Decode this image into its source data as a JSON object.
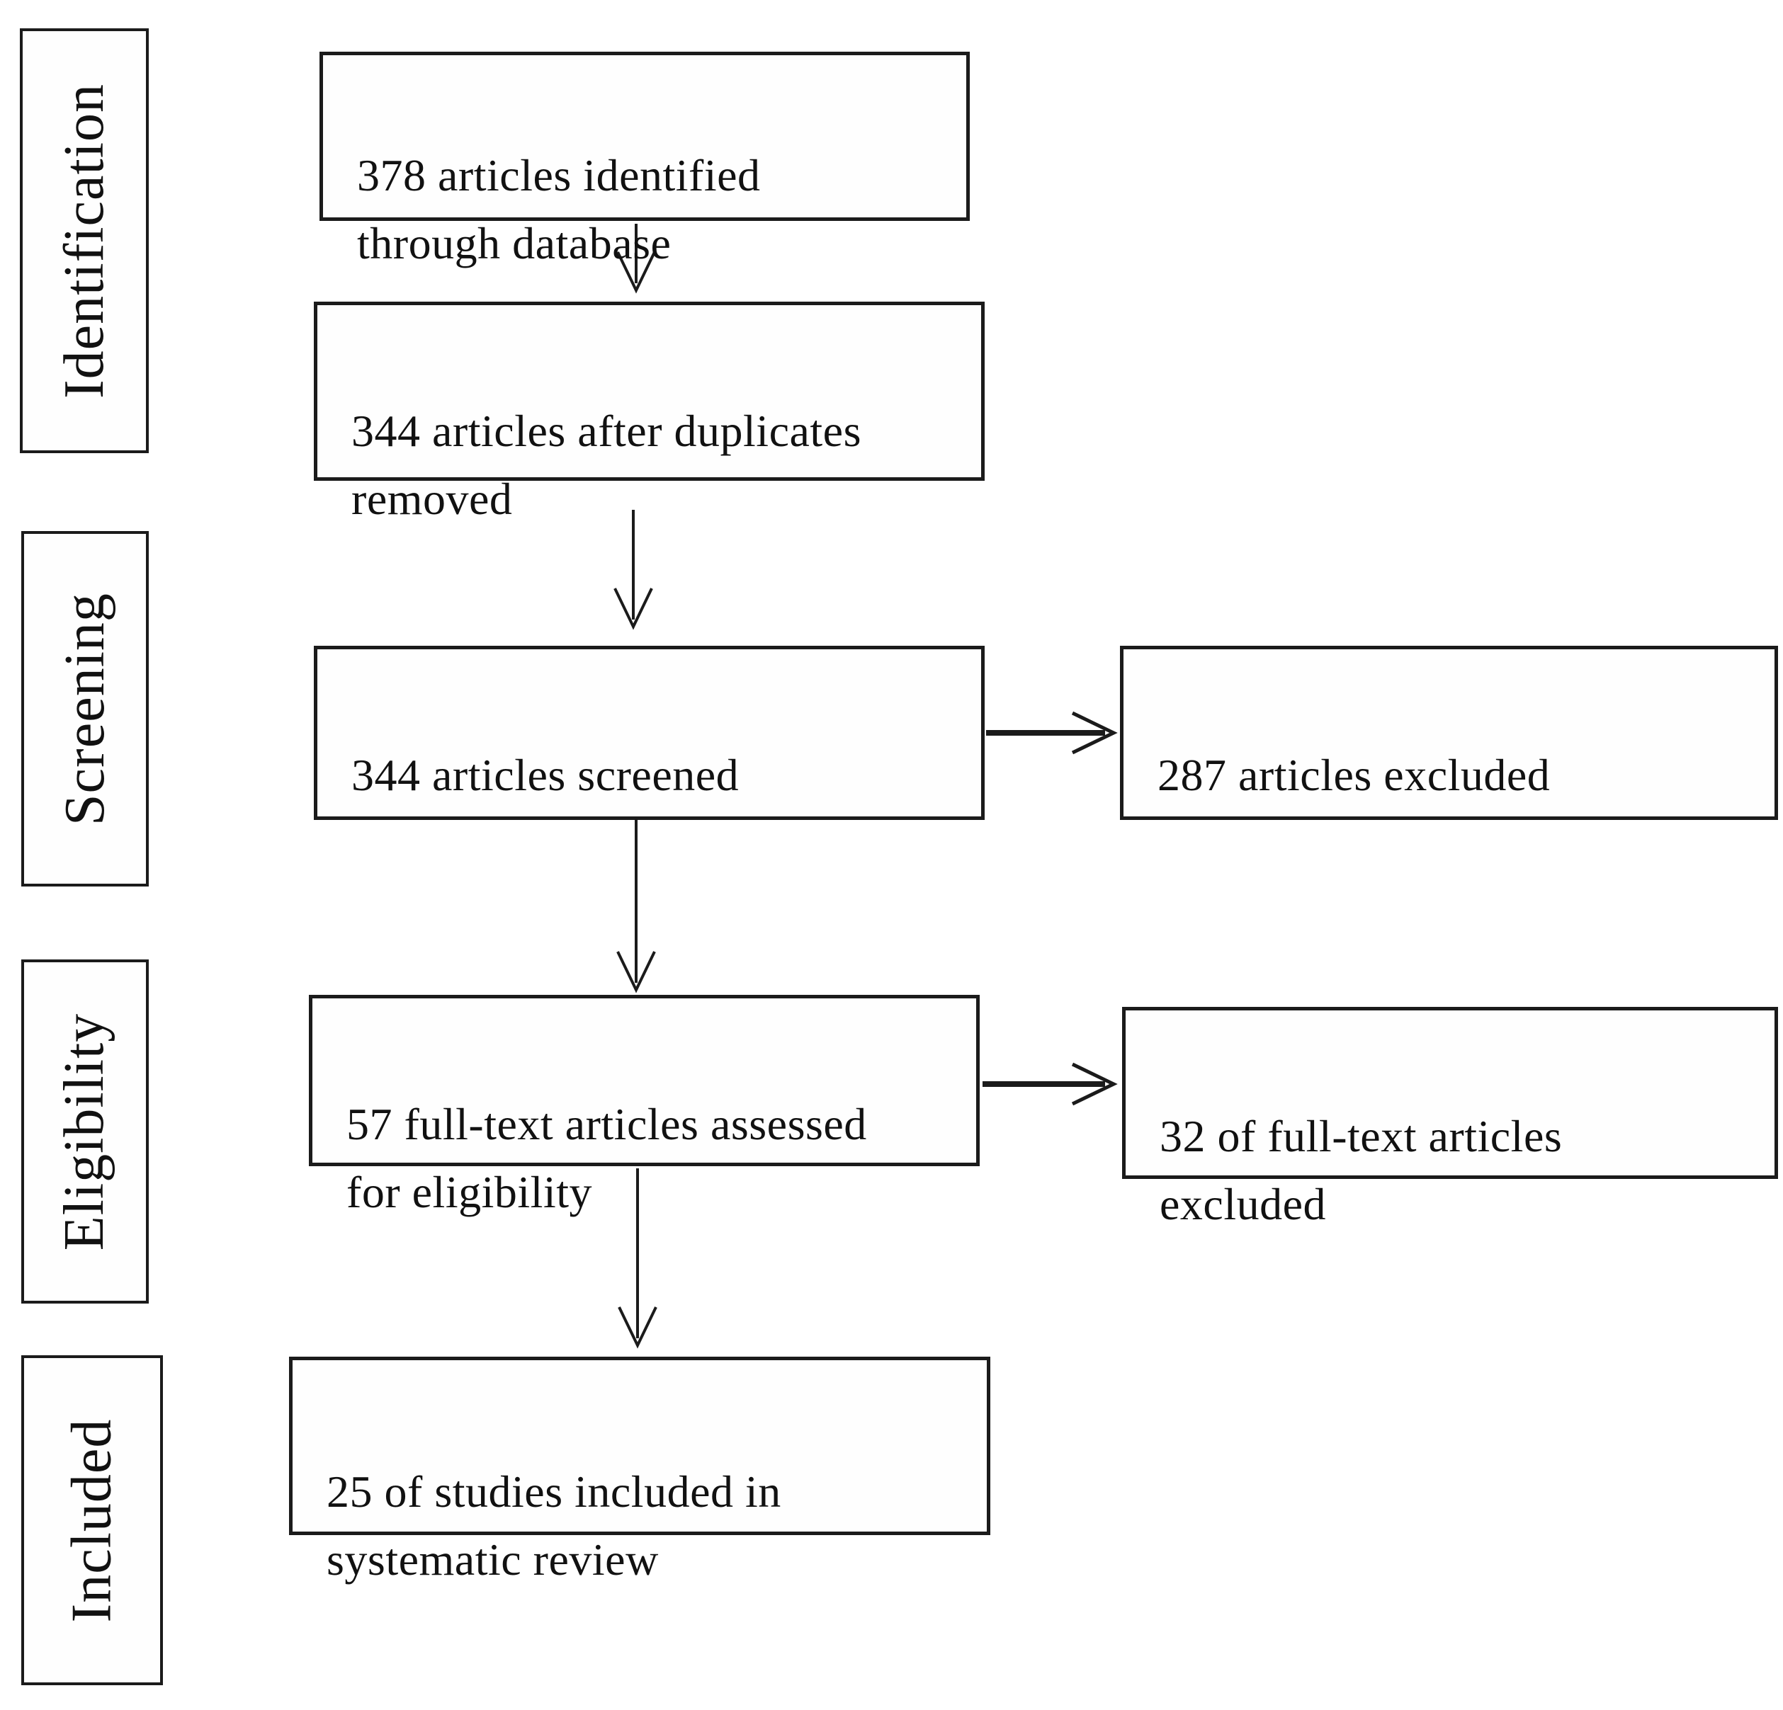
{
  "diagram_title": "PRISMA article selection flow diagram",
  "sidebar": {
    "stages": [
      {
        "id": "identification",
        "label": "Identification"
      },
      {
        "id": "screening",
        "label": "Screening"
      },
      {
        "id": "eligibility",
        "label": "Eligibility"
      },
      {
        "id": "included",
        "label": "Included"
      }
    ]
  },
  "flow": {
    "identified": {
      "count": 378,
      "text": "378 articles identified\nthrough database"
    },
    "deduplicated": {
      "count": 344,
      "text": "344 articles after duplicates\nremoved"
    },
    "screened": {
      "count": 344,
      "text": "344 articles screened"
    },
    "screening_excluded": {
      "count": 287,
      "text": "287 articles excluded"
    },
    "fulltext_assessed": {
      "count": 57,
      "text": "57 full-text articles assessed\nfor eligibility"
    },
    "fulltext_excluded": {
      "count": 32,
      "text": "32 of full-text articles\nexcluded"
    },
    "included": {
      "count": 25,
      "text": "25 of studies included in\nsystematic review"
    }
  },
  "colors": {
    "background": "#ffffff",
    "line": "#1b1b1b",
    "text": "#111111"
  }
}
